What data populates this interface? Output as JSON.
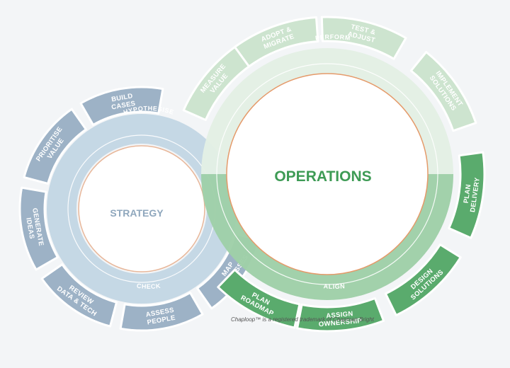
{
  "strategy": {
    "title": "STRATEGY",
    "ring_labels": {
      "top": "HYPOTHESISE",
      "bottom": "CHECK"
    },
    "segments": [
      {
        "key": "build-cases",
        "lines": [
          "BUILD",
          "CASES"
        ]
      },
      {
        "key": "prioritise-value",
        "lines": [
          "PRIORITISE",
          "VALUE"
        ]
      },
      {
        "key": "generate-ideas",
        "lines": [
          "GENERATE",
          "IDEAS"
        ]
      },
      {
        "key": "review-data-tech",
        "lines": [
          "REVIEW",
          "DATA & TECH"
        ]
      },
      {
        "key": "assess-people",
        "lines": [
          "ASSESS",
          "PEOPLE"
        ]
      },
      {
        "key": "map-processes",
        "lines": [
          "MAP",
          "PROCESSES"
        ]
      }
    ],
    "colors": {
      "segment": "#9db2c6",
      "ring": "#c2d6e4",
      "title": "#8fa7bd"
    }
  },
  "operations": {
    "title": "OPERATIONS",
    "ring_labels": {
      "top": "PERFORM",
      "bottom": "ALIGN"
    },
    "segments": [
      {
        "key": "measure-value",
        "lines": [
          "MEASURE",
          "VALUE"
        ],
        "group": "light"
      },
      {
        "key": "adopt-migrate",
        "lines": [
          "ADOPT &",
          "MIGRATE"
        ],
        "group": "light"
      },
      {
        "key": "test-adjust",
        "lines": [
          "TEST &",
          "ADJUST"
        ],
        "group": "light"
      },
      {
        "key": "implement-solutions",
        "lines": [
          "IMPLEMENT",
          "SOLUTIONS"
        ],
        "group": "light"
      },
      {
        "key": "plan-delivery",
        "lines": [
          "PLAN",
          "DELIVERY"
        ],
        "group": "dark"
      },
      {
        "key": "design-solutions",
        "lines": [
          "DESIGN",
          "SOLUTIONS"
        ],
        "group": "dark"
      },
      {
        "key": "assign-ownership",
        "lines": [
          "ASSIGN",
          "OWNERSHIP"
        ],
        "group": "dark"
      },
      {
        "key": "plan-roadmap",
        "lines": [
          "PLAN",
          "ROADMAP"
        ],
        "group": "dark"
      }
    ],
    "colors": {
      "segment_light": "#cde4cf",
      "segment_dark": "#5aab6d",
      "ring_light": "#e3efe4",
      "ring_dark": "#9fd0a8",
      "title": "#3e9b55",
      "accent": "#e59a6a"
    }
  },
  "footer": {
    "trademark": "Chaploop™ is a registered trademark of Chapman Bright"
  }
}
